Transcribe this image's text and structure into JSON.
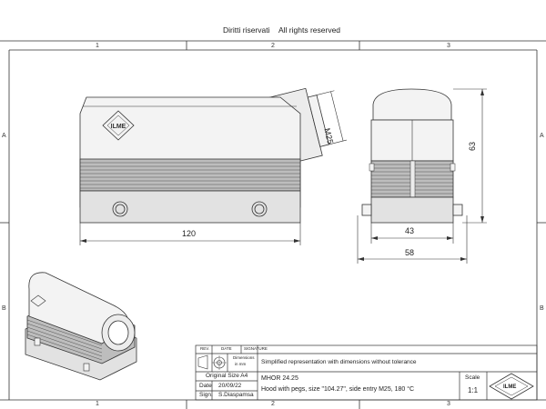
{
  "header": {
    "rights_it": "Diritti riservati",
    "rights_en": "All rights reserved"
  },
  "zones": {
    "columns": [
      "1",
      "2",
      "3"
    ],
    "rows": [
      "A",
      "B"
    ]
  },
  "dimensions": {
    "length": "120",
    "height": "63",
    "width_inner": "43",
    "width_outer": "58",
    "entry": "M25"
  },
  "title_block": {
    "rev_label": "REV.",
    "date_label": "DATE",
    "signature_label": "SIGNATURE",
    "dimensions_note_line1": "Dimensions",
    "dimensions_note_line2": "in mm",
    "original_size": "Original Size A4",
    "date_field": "Date",
    "date_value": "20/09/22",
    "sign_field": "Sign.",
    "sign_value": "S.Diaspamsa",
    "note": "Simplified representation with dimensions without tolerance",
    "part_code": "MHOR 24.25",
    "description": "Hood with pegs, size \"104.27\", side entry M25, 180 °C",
    "scale_label": "Scale",
    "scale_value": "1:1",
    "logo_text": "ILME"
  },
  "colors": {
    "line": "#333333",
    "body_fill": "#f3f3f3",
    "rib_fill": "#bdbdbd",
    "base_fill": "#e2e2e2"
  }
}
